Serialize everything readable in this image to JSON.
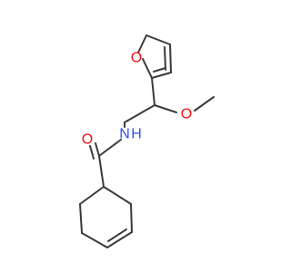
{
  "molecule": {
    "atoms": {
      "ring_oxygen": "O",
      "methoxy_oxygen": "O",
      "amide_nitrogen": "N",
      "amide_hydrogen": "H",
      "carbonyl_oxygen": "O"
    },
    "colors": {
      "oxygen": "#ff0d0d",
      "nitrogen": "#3050f8",
      "bond": "#3a3a3a",
      "background": "#ffffff"
    }
  }
}
